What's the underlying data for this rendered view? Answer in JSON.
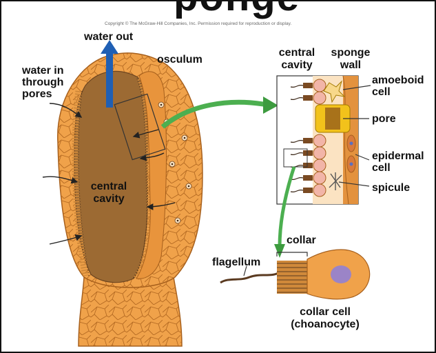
{
  "header": {
    "title_partial": "ponge",
    "copyright": "Copyright © The McGraw-Hill Companies, Inc. Permission required for reproduction or display."
  },
  "labels": {
    "water_out": "water out",
    "osculum": "osculum",
    "water_in_line1": "water in",
    "water_in_line2": "through",
    "water_in_line3": "pores",
    "central_cavity_main_line1": "central",
    "central_cavity_main_line2": "cavity",
    "central_cavity_inset_line1": "central",
    "central_cavity_inset_line2": "cavity",
    "sponge_wall_line1": "sponge",
    "sponge_wall_line2": "wall",
    "amoeboid_line1": "amoeboid",
    "amoeboid_line2": "cell",
    "pore": "pore",
    "epidermal_line1": "epidermal",
    "epidermal_line2": "cell",
    "spicule": "spicule",
    "collar": "collar",
    "flagellum": "flagellum",
    "collar_cell_line1": "collar cell",
    "collar_cell_line2": "(choanocyte)"
  },
  "colors": {
    "sponge_outer": "#f0a24a",
    "sponge_cavity": "#9c6a33",
    "collar_cells": "#d0893a",
    "water_out_arrow": "#1f5fb4",
    "zoom_arrow": "#4caf50",
    "nucleus": "#9b84c7",
    "pore": "#f2c21b"
  }
}
